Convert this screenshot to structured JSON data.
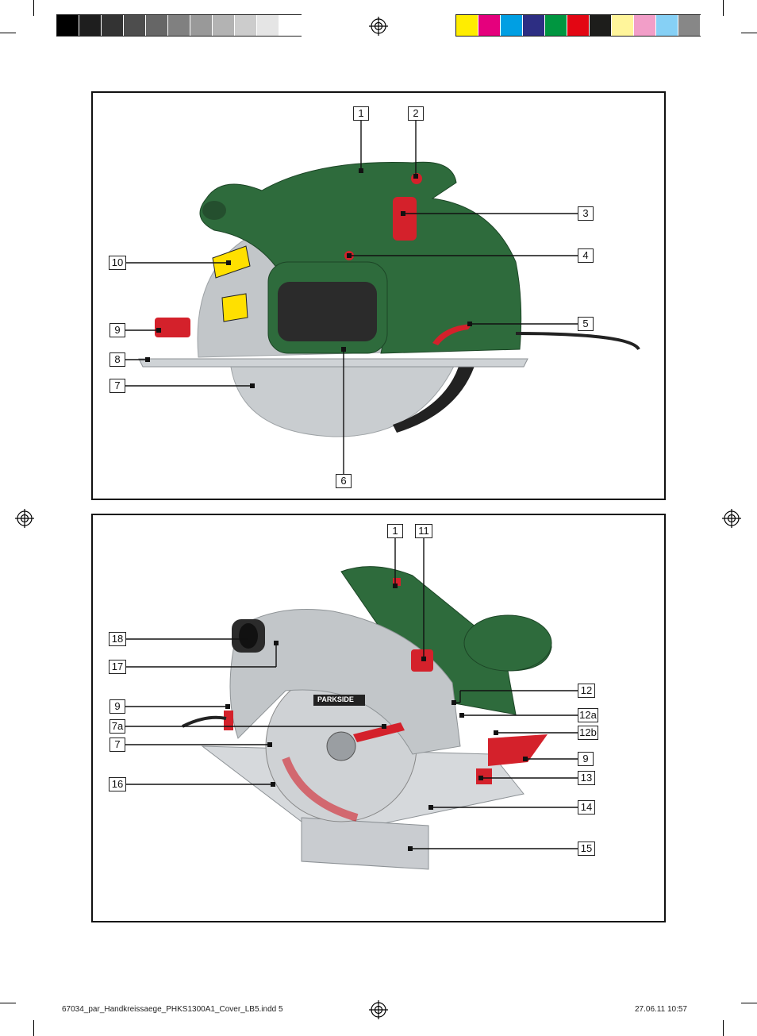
{
  "callouts_top": [
    "1",
    "2",
    "3",
    "4",
    "5",
    "6",
    "7",
    "8",
    "9",
    "10"
  ],
  "callouts_bottom": [
    "1",
    "11",
    "12",
    "12a",
    "12b",
    "9",
    "13",
    "14",
    "15",
    "16",
    "7",
    "7a",
    "9",
    "17",
    "18"
  ],
  "brand_text": "PARKSIDE",
  "footer": {
    "file": "67034_par_Handkreissaege_PHKS1300A1_Cover_LB5.indd   5",
    "datetime": "27.06.11   10:57"
  },
  "colors": {
    "gray_swatches": [
      "#000000",
      "#1e1e1e",
      "#333333",
      "#4d4d4d",
      "#666666",
      "#808080",
      "#999999",
      "#b3b3b3",
      "#cccccc",
      "#e5e5e5",
      "#ffffff"
    ],
    "color_swatches": [
      "#ffed00",
      "#e5007d",
      "#009fe3",
      "#2d2e83",
      "#009640",
      "#e30613",
      "#1d1d1b",
      "#fff59b",
      "#f29ec8",
      "#86d0f5",
      "#878787"
    ],
    "body_green": "#2e6b3c",
    "accent_red": "#d4212b",
    "guard_silver": "#bfc3c6"
  }
}
